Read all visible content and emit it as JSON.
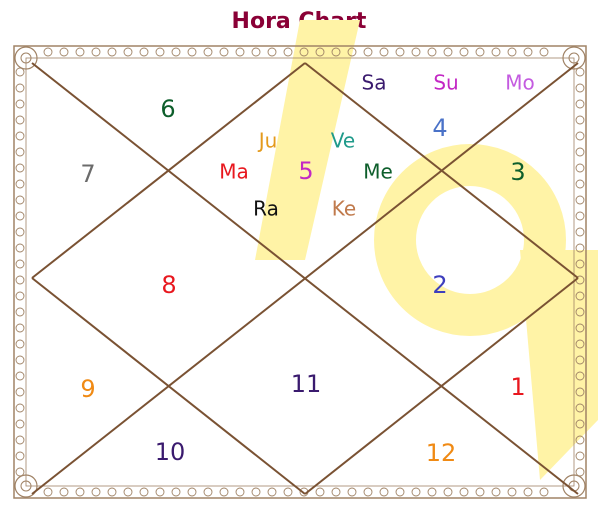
{
  "title": "Hora Chart",
  "colors": {
    "title": "#8a0036",
    "lines": "#7a5233",
    "border": "#a08366",
    "watermark": "#fff3a6"
  },
  "houses": [
    {
      "id": "1",
      "label": "1",
      "color": "#e8171e"
    },
    {
      "id": "2",
      "label": "2",
      "color": "#3e3fbd"
    },
    {
      "id": "3",
      "label": "3",
      "color": "#0d5e2b"
    },
    {
      "id": "4",
      "label": "4",
      "color": "#4a72c8"
    },
    {
      "id": "5",
      "label": "5",
      "color": "#c327c4"
    },
    {
      "id": "6",
      "label": "6",
      "color": "#0d5e2b"
    },
    {
      "id": "7",
      "label": "7",
      "color": "#6b6b6b"
    },
    {
      "id": "8",
      "label": "8",
      "color": "#e8171e"
    },
    {
      "id": "9",
      "label": "9",
      "color": "#f08a14"
    },
    {
      "id": "10",
      "label": "10",
      "color": "#3a1a6e"
    },
    {
      "id": "11",
      "label": "11",
      "color": "#3a1a6e"
    },
    {
      "id": "12",
      "label": "12",
      "color": "#f08a14"
    }
  ],
  "planets": [
    {
      "id": "sa",
      "label": "Sa",
      "color": "#3a1a6e"
    },
    {
      "id": "su",
      "label": "Su",
      "color": "#c327c4"
    },
    {
      "id": "mo",
      "label": "Mo",
      "color": "#c45be0"
    },
    {
      "id": "ju",
      "label": "Ju",
      "color": "#e49a1c"
    },
    {
      "id": "ve",
      "label": "Ve",
      "color": "#1f9a8a"
    },
    {
      "id": "ma",
      "label": "Ma",
      "color": "#e8171e"
    },
    {
      "id": "me",
      "label": "Me",
      "color": "#0d5e2b"
    },
    {
      "id": "ra",
      "label": "Ra",
      "color": "#111111"
    },
    {
      "id": "ke",
      "label": "Ke",
      "color": "#c07a4c"
    }
  ]
}
